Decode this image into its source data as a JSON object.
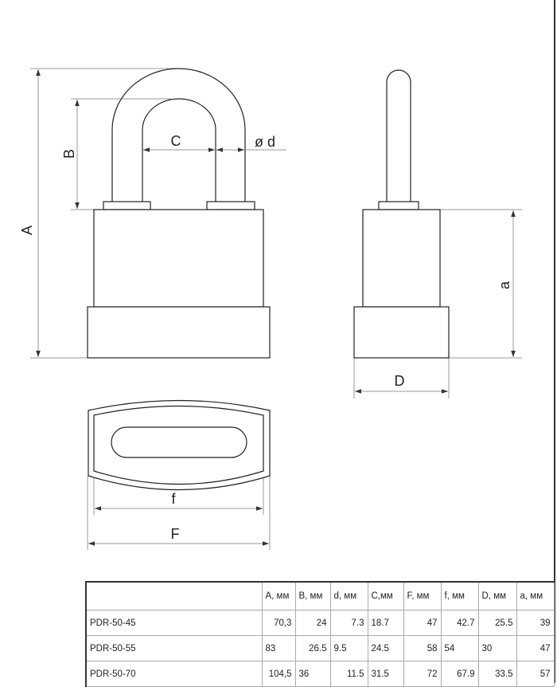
{
  "drawing": {
    "labels": {
      "A": "A",
      "B": "B",
      "C": "C",
      "d": "ø d",
      "a": "a",
      "D": "D",
      "f": "f",
      "F": "F"
    },
    "colors": {
      "outline": "#222222",
      "dimension": "#999999"
    }
  },
  "table": {
    "headers": [
      "",
      "A, мм",
      "B, мм",
      "d, мм",
      "C,мм",
      "F, мм",
      "f, мм",
      "D, мм",
      "a, мм"
    ],
    "rows": [
      [
        "PDR-50-45",
        "70,3",
        "24",
        "7.3",
        "18.7",
        "47",
        "42.7",
        "25.5",
        "39"
      ],
      [
        "PDR-50-55",
        "83",
        "26.5",
        "9.5",
        "24.5",
        "58",
        "54",
        "30",
        "47"
      ],
      [
        "PDR-50-70",
        "104,5",
        "36",
        "11.5",
        "31.5",
        "72",
        "67.9",
        "33.5",
        "57"
      ]
    ]
  }
}
